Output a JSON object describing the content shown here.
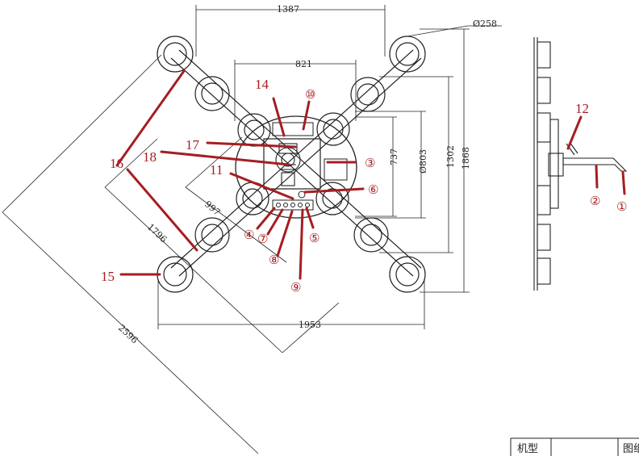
{
  "dimensions": {
    "d1387": "1387",
    "d821": "821",
    "d258": "Ø258",
    "d737": "737",
    "d803": "Ø803",
    "d1302": "1302",
    "d1868": "1868",
    "d997": "997",
    "d1796": "1796",
    "d2596": "2596",
    "d1953": "1953"
  },
  "callouts": {
    "c1": "①",
    "c2": "②",
    "c3": "③",
    "c4": "④",
    "c5": "⑤",
    "c6": "⑥",
    "c7": "⑦",
    "c8": "⑧",
    "c9": "⑨",
    "c10": "⑩",
    "c11": "11",
    "c12": "12",
    "c14": "14",
    "c15": "15",
    "c16": "16",
    "c17": "17",
    "c18": "18"
  },
  "title_block": {
    "model_label": "机型",
    "drawing_label": "图纸"
  },
  "colors": {
    "leader": "#a51e22",
    "line": "#222222"
  }
}
